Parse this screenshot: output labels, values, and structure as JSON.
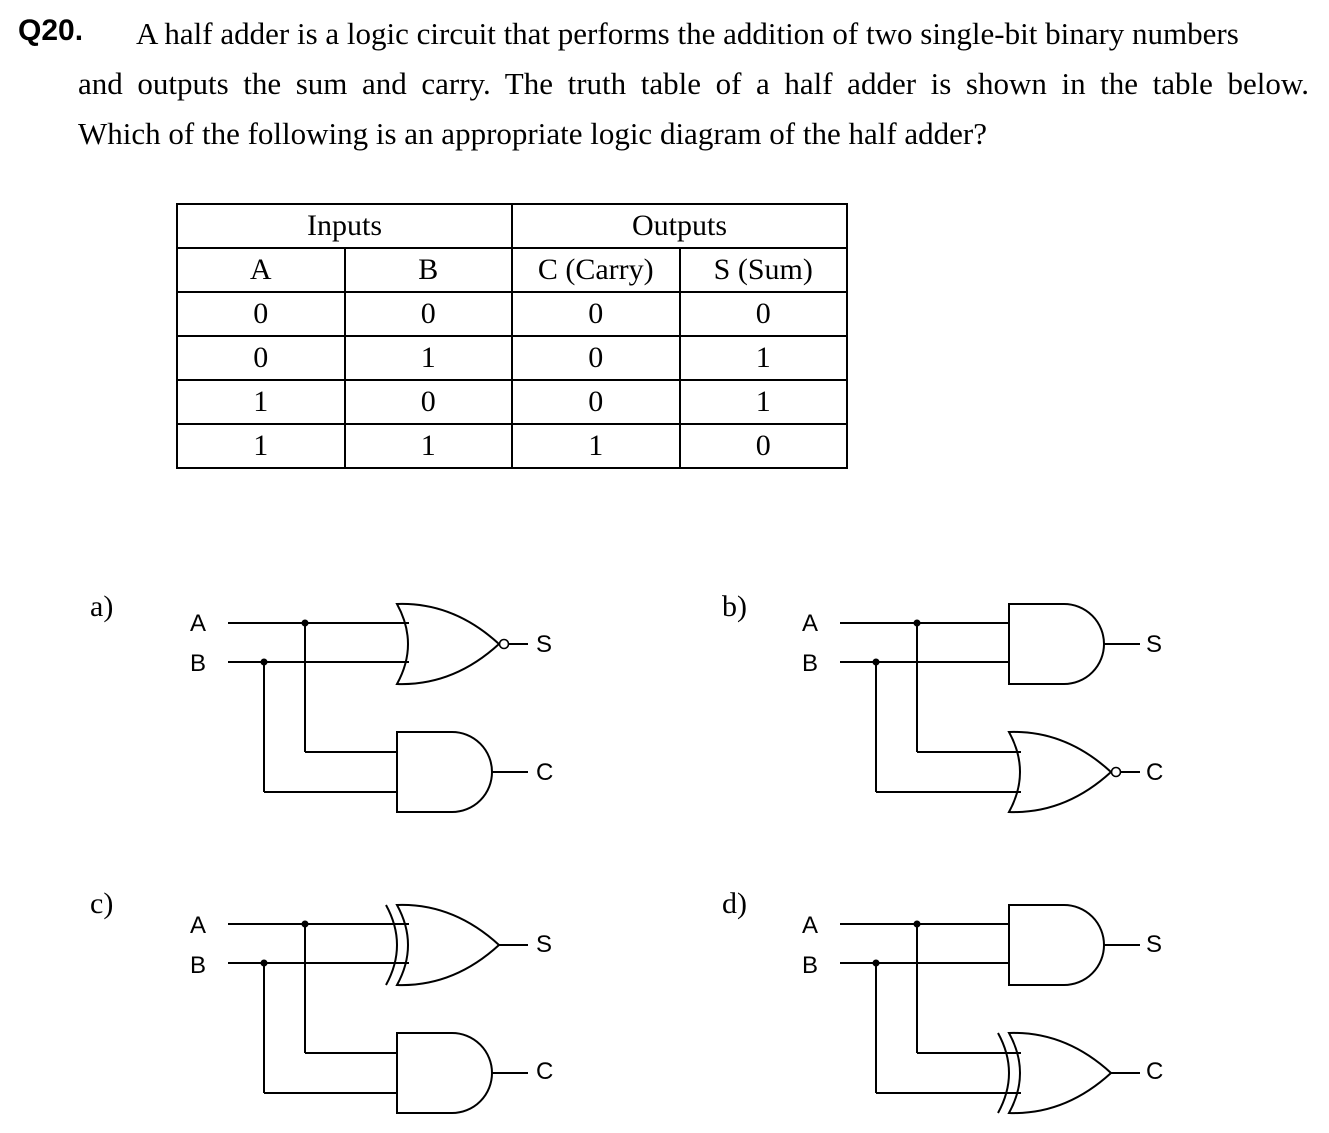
{
  "question": {
    "number": "Q20.",
    "line1": "A half adder is a logic circuit that performs the addition of two single-bit binary numbers",
    "line2": "and outputs the sum and carry. The truth table of a half adder is shown in the table below.",
    "line3": "Which of the following is an appropriate logic diagram of the half adder?"
  },
  "table": {
    "group_inputs": "Inputs",
    "group_outputs": "Outputs",
    "headers": [
      "A",
      "B",
      "C (Carry)",
      "S (Sum)"
    ],
    "rows": [
      [
        "0",
        "0",
        "0",
        "0"
      ],
      [
        "0",
        "1",
        "0",
        "1"
      ],
      [
        "1",
        "0",
        "0",
        "1"
      ],
      [
        "1",
        "1",
        "1",
        "0"
      ]
    ]
  },
  "options": [
    {
      "label": "a)",
      "input_a": "A",
      "input_b": "B",
      "top_gate": "NOR",
      "bottom_gate": "AND",
      "out_top": "S",
      "out_bottom": "C"
    },
    {
      "label": "b)",
      "input_a": "A",
      "input_b": "B",
      "top_gate": "AND",
      "bottom_gate": "NOR",
      "out_top": "S",
      "out_bottom": "C"
    },
    {
      "label": "c)",
      "input_a": "A",
      "input_b": "B",
      "top_gate": "XOR",
      "bottom_gate": "AND",
      "out_top": "S",
      "out_bottom": "C"
    },
    {
      "label": "d)",
      "input_a": "A",
      "input_b": "B",
      "top_gate": "AND",
      "bottom_gate": "XOR",
      "out_top": "S",
      "out_bottom": "C"
    }
  ]
}
